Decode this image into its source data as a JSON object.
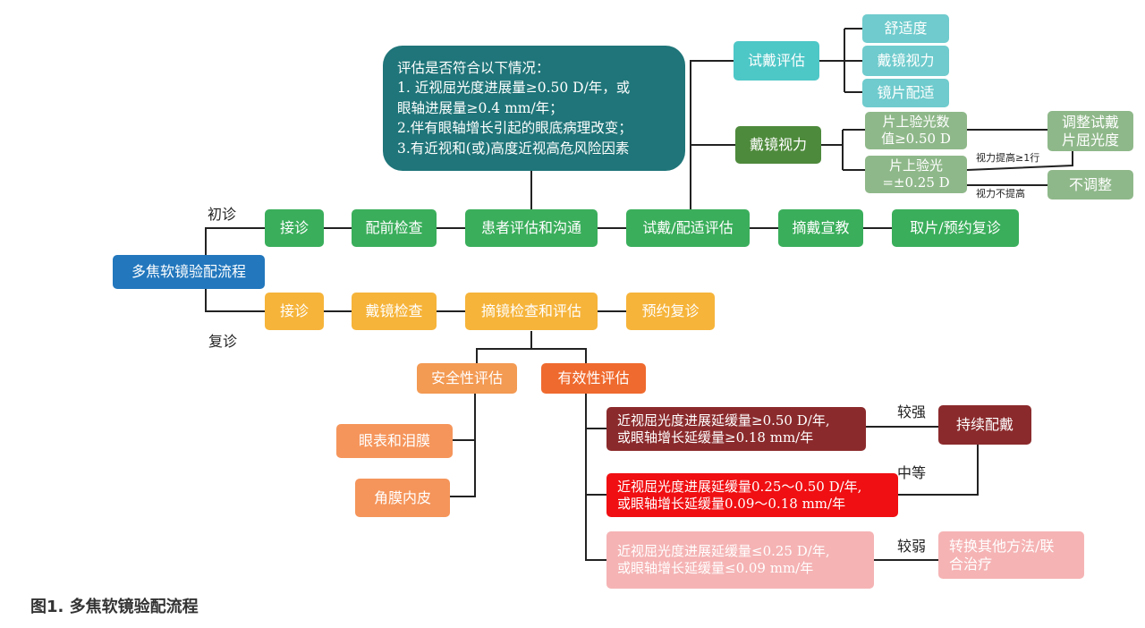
{
  "root": "多焦软镜验配流程",
  "labels": {
    "first_visit": "初诊",
    "return_visit": "复诊",
    "stronger": "较强",
    "medium": "中等",
    "weaker": "较弱",
    "vision_improve": "视力提高≥1行",
    "vision_no_improve": "视力不提高"
  },
  "first_row": [
    "接诊",
    "配前检查",
    "患者评估和沟通",
    "试戴/配适评估",
    "摘戴宣教",
    "取片/预约复诊"
  ],
  "second_row": [
    "接诊",
    "戴镜检查",
    "摘镜检查和评估",
    "预约复诊"
  ],
  "assessment_box": {
    "lines": [
      "评估是否符合以下情况：",
      "1. 近视屈光度进展量≥0.50 D/年，或",
      "眼轴进展量≥0.4 mm/年；",
      "2.伴有眼轴增长引起的眼底病理改变；",
      "3.有近视和(或)高度近视高危风险因素"
    ]
  },
  "trial": {
    "title": "试戴评估",
    "items": [
      "舒适度",
      "戴镜视力",
      "镜片配适"
    ]
  },
  "vision": {
    "title": "戴镜视力",
    "case1": [
      "片上验光数",
      "值≥0.50 D"
    ],
    "case2": [
      "片上验光",
      "=±0.25 D"
    ],
    "adjust": [
      "调整试戴",
      "片屈光度"
    ],
    "no_adjust": "不调整"
  },
  "safety": {
    "title": "安全性评估",
    "items": [
      "眼表和泪膜",
      "角膜内皮"
    ]
  },
  "effect": {
    "title": "有效性评估",
    "strong": [
      "近视屈光度进展延缓量≥0.50 D/年,",
      "或眼轴增长延缓量≥0.18 mm/年"
    ],
    "medium": [
      "近视屈光度进展延缓量0.25～0.50 D/年,",
      "或眼轴增长延缓量0.09～0.18 mm/年"
    ],
    "weak": [
      "近视屈光度进展延缓量≤0.25 D/年,",
      "或眼轴增长延缓量≤0.09 mm/年"
    ],
    "continue": "持续配戴",
    "switch": [
      "转换其他方法/联",
      "合治疗"
    ]
  },
  "caption": "图1.   多焦软镜验配流程"
}
